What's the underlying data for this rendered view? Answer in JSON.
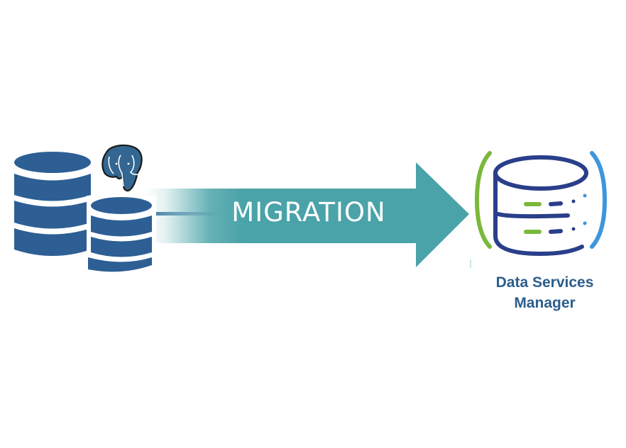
{
  "diagram": {
    "source": {
      "name": "source-databases",
      "icon": "database-stack-icon",
      "badge_icon": "postgresql-elephant-icon"
    },
    "arrow": {
      "label": "MIGRATION",
      "direction": "right"
    },
    "target": {
      "icon": "data-services-manager-database-icon",
      "label_line1": "Data Services",
      "label_line2": "Manager"
    }
  },
  "colors": {
    "background": "#ffffff",
    "db_blue": "#2d5f95",
    "arrow_teal": "#4aa3a8",
    "dsm_navy": "#2a3f8a",
    "dsm_green": "#7ab83a",
    "dsm_blue": "#3d96dc",
    "dsm_text": "#2b5e8c",
    "elephant_blue": "#336791"
  }
}
